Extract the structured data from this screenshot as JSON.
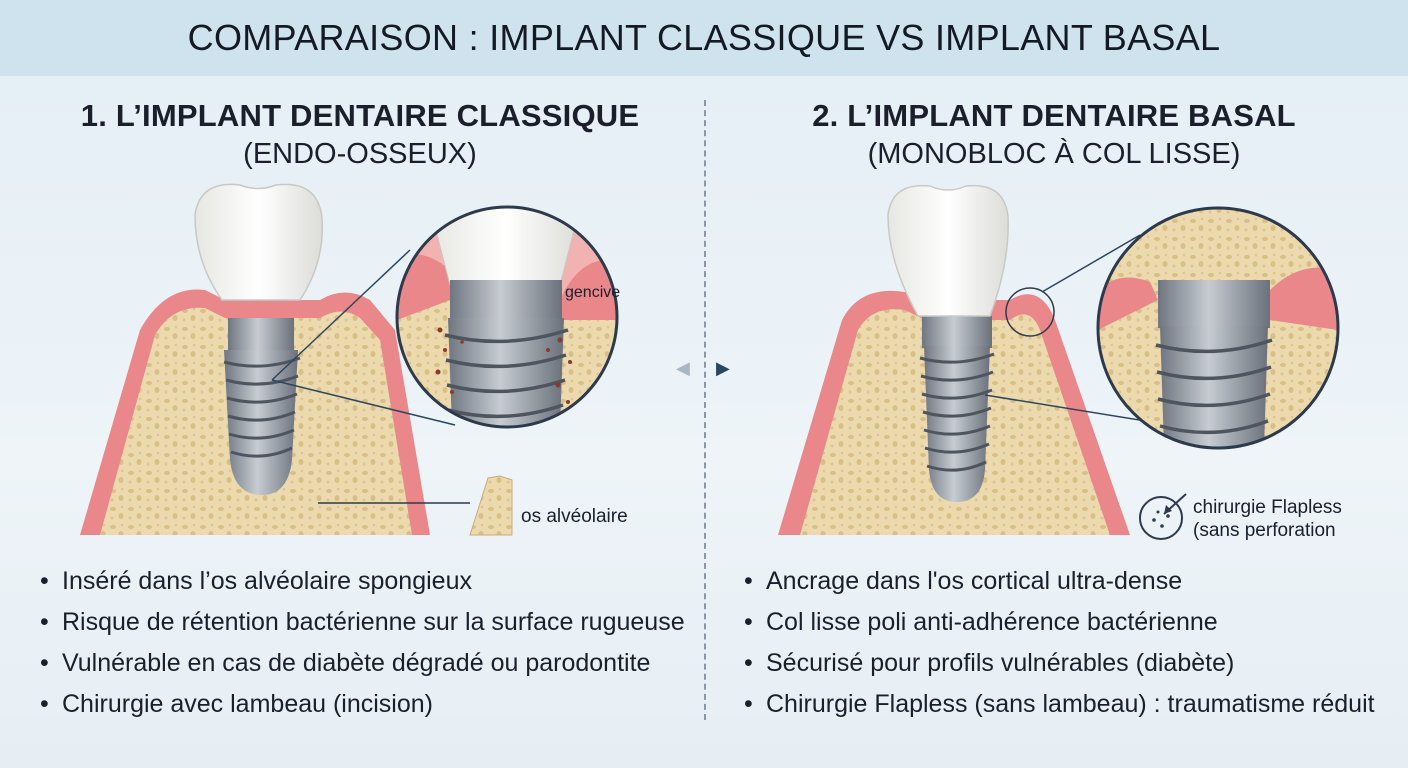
{
  "header": {
    "title": "COMPARAISON : IMPLANT CLASSIQUE VS IMPLANT BASAL"
  },
  "left": {
    "title_line1": "1. L’IMPLANT DENTAIRE CLASSIQUE",
    "title_line2": "(ENDO-OSSEUX)",
    "labels": {
      "gencive": "gencive",
      "os": "os alvéolaire"
    },
    "bullets": [
      "Inséré dans l’os alvéolaire spongieux",
      "Risque de rétention bactérienne sur la surface rugueuse",
      "Vulnérable en cas de diabète dégradé ou parodontite",
      "Chirurgie avec lambeau (incision)"
    ]
  },
  "right": {
    "title_line1": "2. L’IMPLANT DENTAIRE BASAL",
    "title_line2": "(MONOBLOC À COL LISSE)",
    "labels": {
      "flapless_line1": "chirurgie Flapless",
      "flapless_line2": "(sans perforation"
    },
    "bullets": [
      "Ancrage dans l'os cortical ultra-dense",
      "Col lisse poli anti-adhérence bactérienne",
      "Sécurisé pour profils vulnérables (diabète)",
      "Chirurgie Flapless (sans lambeau) : traumatisme réduit"
    ]
  },
  "bullet_symbol": "•",
  "colors": {
    "gum": "#e9878a",
    "gum_light": "#f3b2b2",
    "bone": "#ecd9ae",
    "bone_pore": "#d8bf86",
    "implant": "#8a9099",
    "crown": "#f7f7f5",
    "header_bg": "#cfe3ee"
  },
  "icons": [
    "tooth-crown-icon",
    "implant-screw-icon",
    "magnifier-circle-icon",
    "flapless-icon",
    "arrow-left-icon",
    "arrow-right-icon"
  ]
}
